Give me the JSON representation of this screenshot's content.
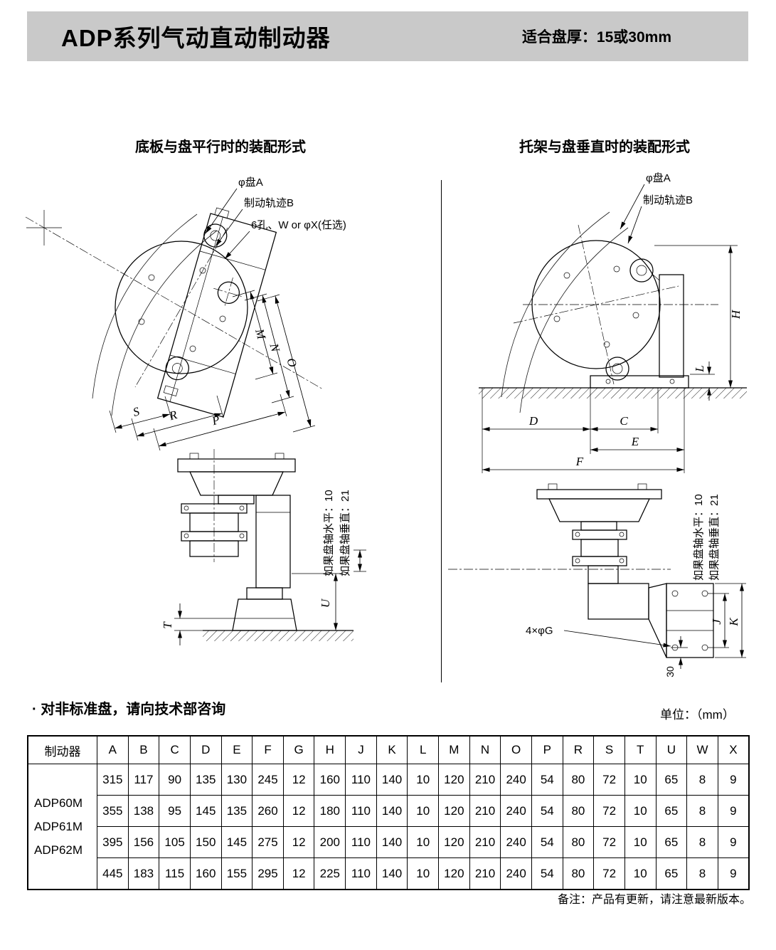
{
  "header": {
    "title": "ADP系列气动直动制动器",
    "thickness_note": "适合盘厚：15或30mm"
  },
  "figures": {
    "left": {
      "title": "底板与盘平行时的装配形式",
      "labels": {
        "disc_a": "φ盘A",
        "track_b": "制动轨迹B",
        "holes": "6孔、W or φX(任选)",
        "dim_m": "M",
        "dim_n": "N",
        "dim_o": "O",
        "dim_p": "P",
        "dim_r": "R",
        "dim_s": "S",
        "dim_t": "T",
        "dim_u": "U",
        "axis_horizontal": "如果盘轴水平：10",
        "axis_vertical": "如果盘轴垂直：21"
      }
    },
    "right": {
      "title": "托架与盘垂直时的装配形式",
      "labels": {
        "disc_a": "φ盘A",
        "track_b": "制动轨迹B",
        "holes_g": "4×φG",
        "dim_h": "H",
        "dim_l": "L",
        "dim_d": "D",
        "dim_c": "C",
        "dim_e": "E",
        "dim_f": "F",
        "dim_j": "J",
        "dim_k": "K",
        "dim_30": "30",
        "axis_horizontal": "如果盘轴水平：10",
        "axis_vertical": "如果盘轴垂直：21"
      }
    }
  },
  "notes": {
    "nonstandard": "· 对非标准盘，请向技术部咨询",
    "unit": "单位：（mm）",
    "footer": "备注：产品有更新，请注意最新版本。"
  },
  "table": {
    "model_header": "制动器",
    "columns": [
      "A",
      "B",
      "C",
      "D",
      "E",
      "F",
      "G",
      "H",
      "J",
      "K",
      "L",
      "M",
      "N",
      "O",
      "P",
      "R",
      "S",
      "T",
      "U",
      "W",
      "X"
    ],
    "models": [
      "ADP60M",
      "ADP61M",
      "ADP62M"
    ],
    "rows": [
      [
        315,
        117,
        90,
        135,
        130,
        245,
        12,
        160,
        110,
        140,
        10,
        120,
        210,
        240,
        54,
        80,
        72,
        10,
        65,
        8,
        9
      ],
      [
        355,
        138,
        95,
        145,
        135,
        260,
        12,
        180,
        110,
        140,
        10,
        120,
        210,
        240,
        54,
        80,
        72,
        10,
        65,
        8,
        9
      ],
      [
        395,
        156,
        105,
        150,
        145,
        275,
        12,
        200,
        110,
        140,
        10,
        120,
        210,
        240,
        54,
        80,
        72,
        10,
        65,
        8,
        9
      ],
      [
        445,
        183,
        115,
        160,
        155,
        295,
        12,
        225,
        110,
        140,
        10,
        120,
        210,
        240,
        54,
        80,
        72,
        10,
        65,
        8,
        9
      ]
    ]
  },
  "colors": {
    "header_bg": "#c9c9c9",
    "ink": "#000000"
  }
}
